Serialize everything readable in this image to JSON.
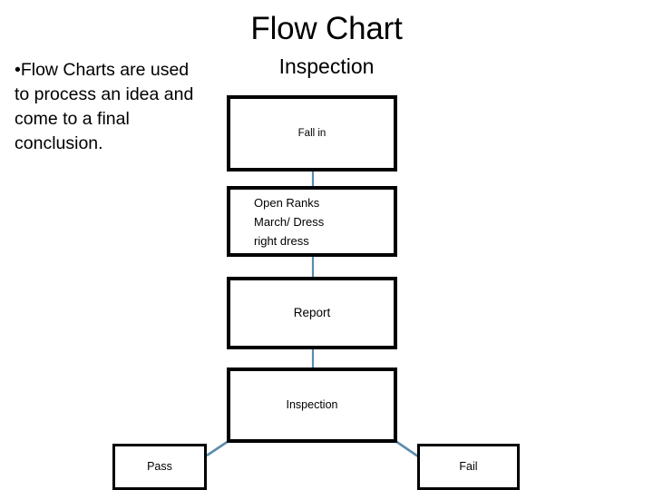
{
  "slide": {
    "title": "Flow Chart",
    "subtitle": "Inspection",
    "background_color": "#FFFFFF"
  },
  "bullet_text": {
    "bullet_glyph": "•",
    "text": "Flow Charts are used to process an idea and come to a final conclusion."
  },
  "chart_data": {
    "type": "diagram",
    "title": "Flow Chart",
    "subtitle": "Inspection",
    "orientation": "top-to-bottom",
    "node_border_color": "#000000",
    "node_fill_color": "#FFFFFF",
    "connector_color": "#5B8CAD",
    "nodes": [
      {
        "id": "fall-in",
        "label": "Fall in",
        "text_align": "center"
      },
      {
        "id": "open-ranks",
        "label": "Open Ranks March/ Dress right dress",
        "text_align": "left",
        "lines": [
          "Open Ranks",
          "March/ Dress",
          "right dress"
        ]
      },
      {
        "id": "report",
        "label": "Report",
        "text_align": "center"
      },
      {
        "id": "inspection",
        "label": "Inspection",
        "text_align": "center"
      },
      {
        "id": "pass",
        "label": "Pass",
        "text_align": "center"
      },
      {
        "id": "fail",
        "label": "Fail",
        "text_align": "center"
      }
    ],
    "edges": [
      {
        "from": "fall-in",
        "to": "open-ranks",
        "style": "vertical"
      },
      {
        "from": "open-ranks",
        "to": "report",
        "style": "vertical"
      },
      {
        "from": "report",
        "to": "inspection",
        "style": "vertical"
      },
      {
        "from": "inspection",
        "to": "pass",
        "style": "diagonal-left"
      },
      {
        "from": "inspection",
        "to": "fail",
        "style": "diagonal-right"
      }
    ]
  }
}
